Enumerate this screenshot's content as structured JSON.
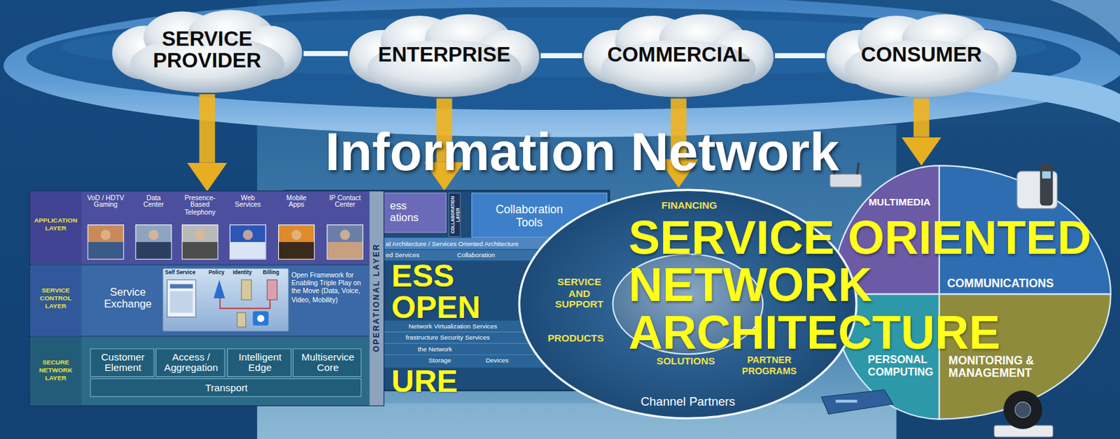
{
  "diagram": {
    "nodes": [
      {
        "text": [
          "SERVICE PROVIDER"
        ]
      },
      {
        "text": [
          "ENTERPRISE"
        ]
      },
      {
        "text": [
          "COMMERCIAL"
        ]
      },
      {
        "text": [
          "CONSUMER"
        ]
      },
      {
        "text": [
          "OPERATIONAL LAYER"
        ]
      },
      {
        "text": [
          "APPLICATION LAYER"
        ],
        "in": 4
      },
      {
        "text": [
          "VoD / HDTV Gaming"
        ],
        "in": 5
      },
      {
        "text": [
          "Data Center"
        ],
        "in": 5
      },
      {
        "text": [
          "Presence-Based Telephony"
        ],
        "in": 5
      },
      {
        "text": [
          "Web Services"
        ],
        "in": 5
      },
      {
        "text": [
          "Mobile Apps"
        ],
        "in": 5
      },
      {
        "text": [
          "IP Contact Center"
        ],
        "in": 5
      },
      {
        "text": [
          "SERVICE CONTROL LAYER",
          "Service Exchange",
          "Open Framework for Enabling Triple Play on the Move (Data, Voice, Video, Mobility)"
        ],
        "in": 4
      },
      {
        "text": [
          "Self Service",
          "Policy",
          "Identity",
          "Billing"
        ],
        "in": 12
      },
      {
        "text": [
          "SECURE NETWORK LAYER"
        ],
        "in": 4
      },
      {
        "text": [
          "Customer Element"
        ],
        "in": 14
      },
      {
        "text": [
          "Access / Aggregation"
        ],
        "in": 14
      },
      {
        "text": [
          "Intelligent Edge"
        ],
        "in": 14
      },
      {
        "text": [
          "Multiservice Core"
        ],
        "in": 14
      },
      {
        "text": [
          "Transport"
        ],
        "in": 14
      },
      {
        "text": [
          "al Architecture / Services Oriented Architecture",
          "ed Services",
          "Collaboration",
          "Network Virtualization Services",
          "frastructure Security Services",
          "the Network",
          "Storage",
          "Devices"
        ]
      },
      {
        "text": [
          "ess ations"
        ],
        "in": 20
      },
      {
        "text": [
          "COLLABORATION LAYER"
        ],
        "in": 20
      },
      {
        "text": [
          "Collaboration Tools"
        ],
        "in": 20
      },
      {
        "text": [
          "Channel Partners"
        ]
      },
      {
        "text": [
          "FINANCING"
        ],
        "in": 24
      },
      {
        "text": [
          "PRODUCTS"
        ],
        "in": 24
      },
      {
        "text": [
          "SERVICE AND SUPPORT"
        ],
        "in": 24
      },
      {
        "text": [
          "PARTNER PROGRAMS"
        ],
        "in": 24
      },
      {
        "text": [
          "SOLUTIONS"
        ],
        "in": 24
      },
      {
        "text": [
          "MULTIMEDIA"
        ]
      },
      {
        "text": [
          "COMMUNICATIONS"
        ]
      },
      {
        "text": [
          "PERSONAL COMPUTING"
        ]
      },
      {
        "text": [
          "MONITORING & MANAGEMENT"
        ]
      }
    ],
    "edges": [
      {
        "from": 0,
        "to": 1,
        "arrow": "none"
      },
      {
        "from": 1,
        "to": 2,
        "arrow": "none"
      },
      {
        "from": 2,
        "to": 3,
        "arrow": "none"
      },
      {
        "from": 0,
        "to": 4,
        "arrow": "to"
      },
      {
        "from": 1,
        "to": 20,
        "arrow": "to"
      },
      {
        "from": 2,
        "to": 24,
        "arrow": "to"
      },
      {
        "from": 3,
        "to": 30,
        "arrow": "to"
      }
    ],
    "labels": [
      "Information Network",
      "ESS",
      "OPEN",
      "URE",
      "SERVICE ORIENTED NETWORK ARCHITECTURE"
    ]
  }
}
